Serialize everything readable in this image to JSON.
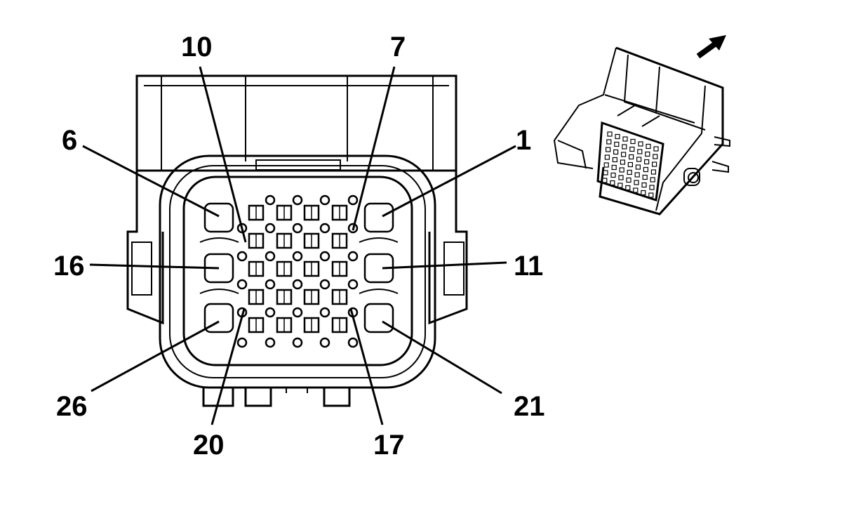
{
  "diagram": {
    "labels": [
      {
        "id": "10",
        "text": "10"
      },
      {
        "id": "7",
        "text": "7"
      },
      {
        "id": "6",
        "text": "6"
      },
      {
        "id": "1",
        "text": "1"
      },
      {
        "id": "16",
        "text": "16"
      },
      {
        "id": "11",
        "text": "11"
      },
      {
        "id": "26",
        "text": "26"
      },
      {
        "id": "21",
        "text": "21"
      },
      {
        "id": "20",
        "text": "20"
      },
      {
        "id": "17",
        "text": "17"
      }
    ]
  }
}
